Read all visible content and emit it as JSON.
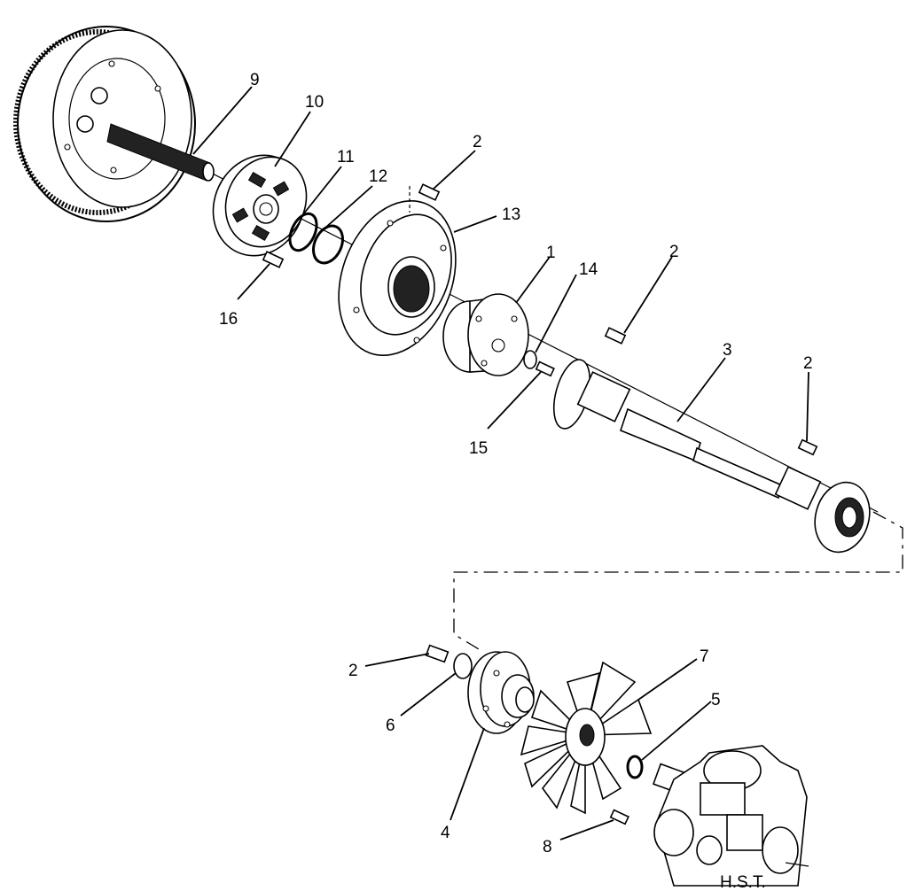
{
  "callouts": [
    {
      "id": "c1",
      "text": "1"
    },
    {
      "id": "c2a",
      "text": "2"
    },
    {
      "id": "c2b",
      "text": "2"
    },
    {
      "id": "c2c",
      "text": "2"
    },
    {
      "id": "c2d",
      "text": "2"
    },
    {
      "id": "c3",
      "text": "3"
    },
    {
      "id": "c4",
      "text": "4"
    },
    {
      "id": "c5",
      "text": "5"
    },
    {
      "id": "c6",
      "text": "6"
    },
    {
      "id": "c7",
      "text": "7"
    },
    {
      "id": "c8",
      "text": "8"
    },
    {
      "id": "c9",
      "text": "9"
    },
    {
      "id": "c10",
      "text": "10"
    },
    {
      "id": "c11",
      "text": "11"
    },
    {
      "id": "c12",
      "text": "12"
    },
    {
      "id": "c13",
      "text": "13"
    },
    {
      "id": "c14",
      "text": "14"
    },
    {
      "id": "c15",
      "text": "15"
    },
    {
      "id": "c16",
      "text": "16"
    }
  ],
  "hst_label": "H.S.T."
}
